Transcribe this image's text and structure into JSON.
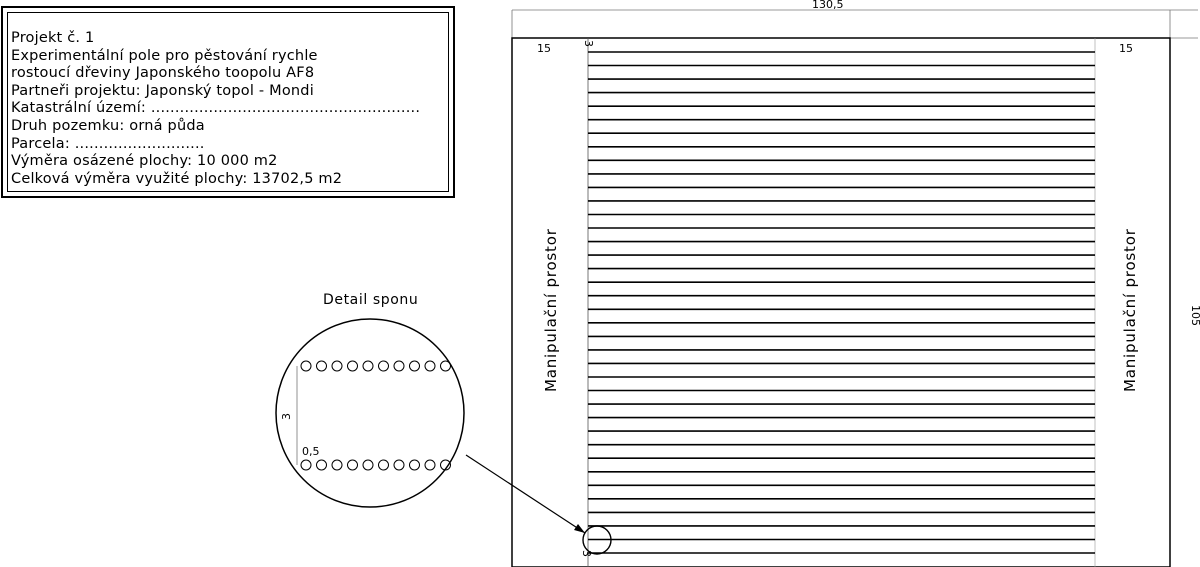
{
  "project_box": {
    "title": "Projekt č. 1",
    "description_line1": "Experimentální pole pro pěstování rychle",
    "description_line2": "rostoucí dřeviny Japonského toopolu AF8",
    "partners": "Partneři projektu: Japonský topol - Mondi",
    "cadastral": "Katastrální území: ........................................................",
    "land_type": "Druh pozemku: orná půda",
    "parcel": "Parcela: ...........................",
    "planted_area": "Výměra osázené plochy: 10 000 m2",
    "total_area": "Celková výměra využité plochy: 13702,5 m2"
  },
  "plan": {
    "width_dim": "130,5",
    "height_dim": "105",
    "left_margin_dim": "15",
    "right_margin_dim": "15",
    "top_row_dim": "3",
    "bottom_row_dim": "3",
    "left_zone_label": "Manipulační prostor",
    "right_zone_label": "Manipulační prostor",
    "row_count": 38
  },
  "detail": {
    "label": "Detail sponu",
    "row_spacing_dim": "3",
    "plant_spacing_dim": "0,5",
    "plants_per_row": 10
  },
  "colors": {
    "line": "#000000",
    "background": "#ffffff",
    "dim_line": "#555555"
  }
}
